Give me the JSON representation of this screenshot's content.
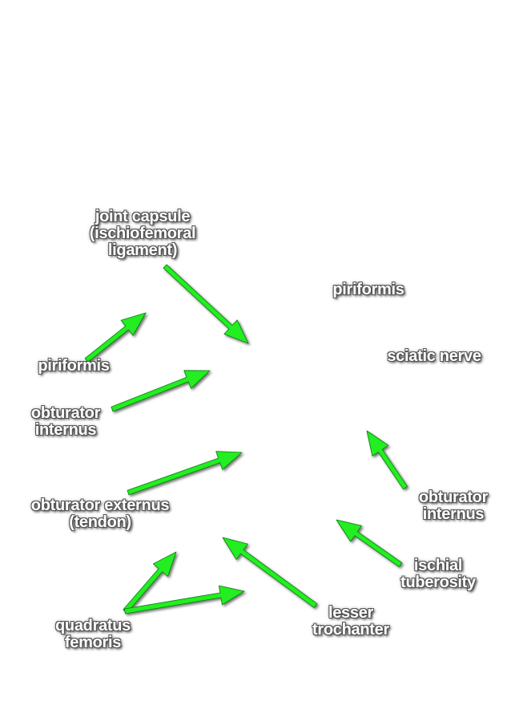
{
  "labels": {
    "joint_capsule": [
      "joint capsule",
      "(ischiofemoral",
      "ligament)"
    ],
    "piriformis_right": [
      "piriformis"
    ],
    "sciatic_nerve": [
      "sciatic nerve"
    ],
    "piriformis_left": [
      "piriformis"
    ],
    "obturator_internus_left": [
      "obturator",
      "internus"
    ],
    "obturator_externus": [
      "obturator externus",
      "(tendon)"
    ],
    "obturator_internus_right": [
      "obturator",
      "internus"
    ],
    "ischial_tuberosity": [
      "ischial",
      "tuberosity"
    ],
    "lesser_trochanter": [
      "lesser",
      "trochanter"
    ],
    "quadratus_femoris": [
      "quadratus",
      "femoris"
    ]
  },
  "colors": {
    "arrow": "#22ee22",
    "arrow_outline": "#0a7a0a",
    "label_text": "#ffffff",
    "background": "#ffffff"
  }
}
